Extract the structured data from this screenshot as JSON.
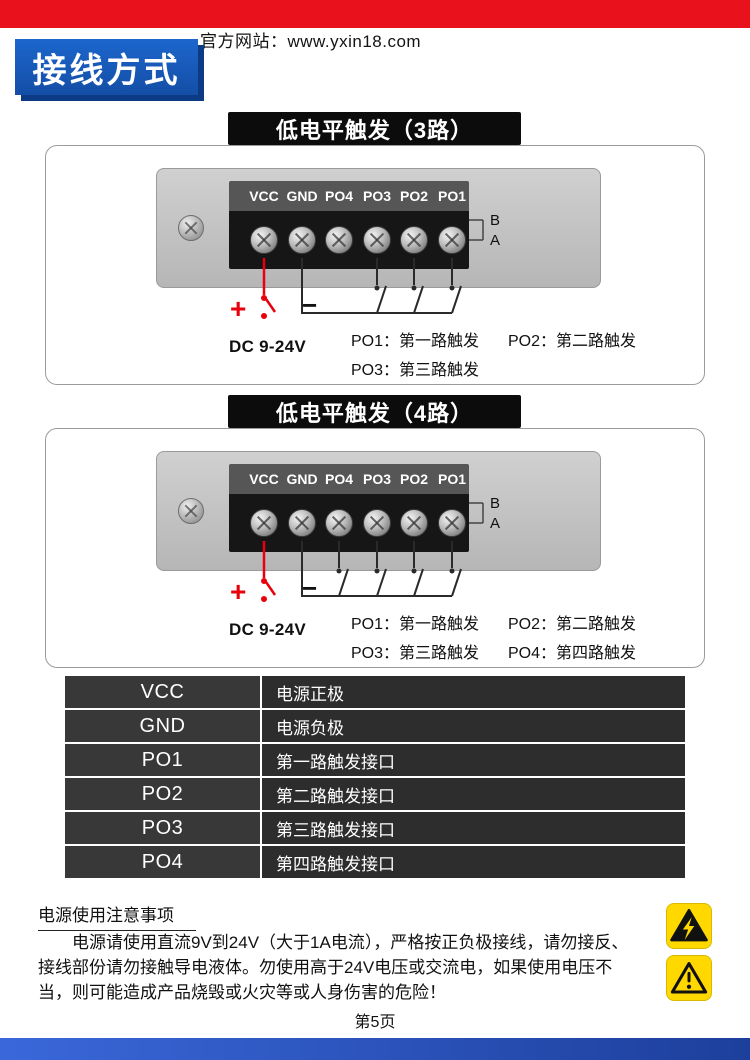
{
  "header": {
    "website": "官方网站：www.yxin18.com",
    "badge": "接线方式"
  },
  "diagram3": {
    "title": "低电平触发（3路）",
    "terminals": [
      "VCC",
      "GND",
      "PO4",
      "PO3",
      "PO2",
      "PO1"
    ],
    "port_b": "B",
    "port_a": "A",
    "plus": "+",
    "minus": "−",
    "power": "DC 9-24V",
    "legend": [
      "PO1：第一路触发",
      "PO2：第二路触发",
      "PO3：第三路触发"
    ]
  },
  "diagram4": {
    "title": "低电平触发（4路）",
    "terminals": [
      "VCC",
      "GND",
      "PO4",
      "PO3",
      "PO2",
      "PO1"
    ],
    "port_b": "B",
    "port_a": "A",
    "plus": "+",
    "minus": "−",
    "power": "DC 9-24V",
    "legend": [
      "PO1：第一路触发",
      "PO2：第二路触发",
      "PO3：第三路触发",
      "PO4：第四路触发"
    ]
  },
  "table": {
    "rows": [
      {
        "key": "VCC",
        "value": "电源正极"
      },
      {
        "key": "GND",
        "value": "电源负极"
      },
      {
        "key": "PO1",
        "value": "第一路触发接口"
      },
      {
        "key": "PO2",
        "value": "第二路触发接口"
      },
      {
        "key": "PO3",
        "value": "第三路触发接口"
      },
      {
        "key": "PO4",
        "value": "第四路触发接口"
      }
    ]
  },
  "notes": {
    "title": "电源使用注意事项",
    "lines": [
      "　　电源请使用直流9V到24V（大于1A电流），严格按正负极接线，请勿接反、",
      "接线部份请勿接触导电液体。勿使用高于24V电压或交流电，如果使用电压不",
      "当，则可能造成产品烧毁或火灾等或人身伤害的危险！"
    ]
  },
  "footer": {
    "page": "第5页"
  },
  "colors": {
    "top_bar_red": "#e8111c",
    "badge_blue": "#1859b8",
    "title_bar_black": "#0c0c0c",
    "wire_red": "#e8000d",
    "warning_yellow": "#ffd800",
    "bottom_bar_blue": "#2a55c0"
  }
}
